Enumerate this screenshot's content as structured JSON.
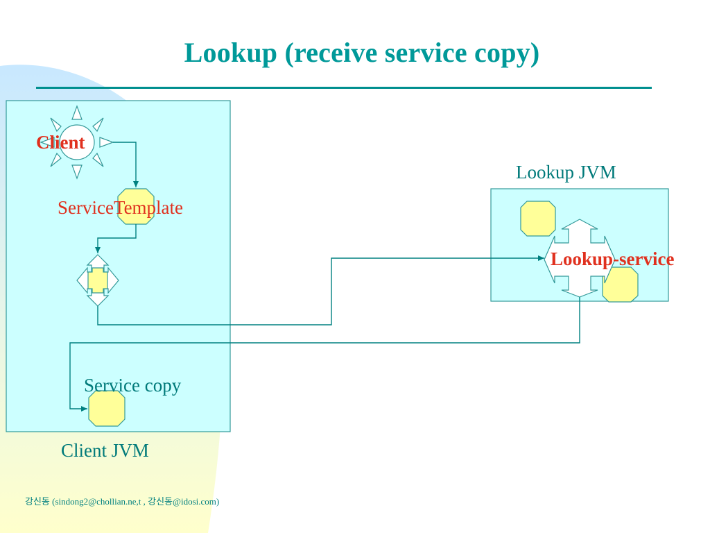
{
  "slide": {
    "title": "Lookup (receive service copy)",
    "footer": "강신동 (sindong2@chollian.ne,t , 강신동@idosi.com)"
  },
  "diagram": {
    "client_label": "Client",
    "service_template_label": "ServiceTemplate",
    "service_copy_label": "Service copy",
    "client_jvm_label": "Client JVM",
    "lookup_jvm_label": "Lookup JVM",
    "lookup_service_label": "Lookup-service"
  },
  "colors": {
    "title": "#009999",
    "box_fill": "#ccffff",
    "box_stroke": "#339999",
    "connector": "#008080",
    "service_fill": "#ffff99",
    "label_red": "#e0301e",
    "label_teal": "#007a7a"
  }
}
